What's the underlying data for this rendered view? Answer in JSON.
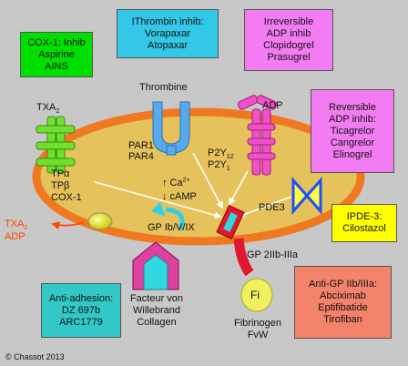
{
  "boxes": {
    "cox1": {
      "lines": [
        "COX-1: Inhib",
        "Aspirine",
        "AINS"
      ],
      "color": "#00e000"
    },
    "thrombin": {
      "lines": [
        "IThrombin inhib:",
        "Vorapaxar",
        "Atopaxar"
      ],
      "color": "#33c8e8"
    },
    "irreversible": {
      "lines": [
        "Irreversible",
        "ADP inhib",
        "Clopidogrel",
        "Prasugrel"
      ],
      "color": "#f37cf3"
    },
    "reversible": {
      "lines": [
        "Reversible",
        "ADP inhib:",
        "Ticagrelor",
        "Cangrelor",
        "Elinogrel"
      ],
      "color": "#f37cf3"
    },
    "pde3": {
      "lines": [
        "IPDE-3:",
        "Cilostazol"
      ],
      "color": "#ffff00"
    },
    "anti_adhesion": {
      "lines": [
        "Anti-adhesion:",
        "DZ 697b",
        "ARC1779"
      ],
      "color": "#33c8c8"
    },
    "anti_gp": {
      "lines": [
        "Anti-GP IIb/IIIa:",
        "Abciximab",
        "Eptifibatide",
        "Tirofiban"
      ],
      "color": "#f4836b"
    }
  },
  "labels": {
    "txa2_receptor": "TXA",
    "txa2_sub": "2",
    "thrombine": "Thrombine",
    "adp": "ADP",
    "par1": "PAR1",
    "par4": "PAR4",
    "p2y12_a": "P2Y",
    "p2y12_sub": "12",
    "p2y1_a": "P2Y",
    "p2y1_sub": "1",
    "tpa": "TPα",
    "tpb": "TPβ",
    "cox1_inside": "COX-1",
    "ca": "↑ Ca",
    "ca_sup": "2+",
    "camp": "↓ cAMP",
    "pde3": "PDE3",
    "gp_ibvix": "GP Ib/V/IX",
    "gp_iib": "GP 2IIb-IIIa",
    "txa2_out": "TXA",
    "txa2_out_sub": "2",
    "adp_out": "ADP",
    "vwf": [
      "Facteur von",
      "Willebrand",
      "Collagen"
    ],
    "fibrinogen": [
      "Fibrinogen",
      "FvW"
    ],
    "fi": "Fi",
    "copyright": "© Chassot 2013"
  },
  "colors": {
    "background": "#c8c8c8",
    "cell_fill": "#e5c25c",
    "cell_border": "#f07820",
    "txa2_receptor": "#70e030",
    "thrombin_receptor": "#58aaf0",
    "adp_receptor": "#f050c8",
    "gp_iib": "#e01830",
    "gp_ib": "#e040a0",
    "pde3_bow": "#1e50ff",
    "granule": "#e0e000",
    "red_text": "#ff4500"
  }
}
